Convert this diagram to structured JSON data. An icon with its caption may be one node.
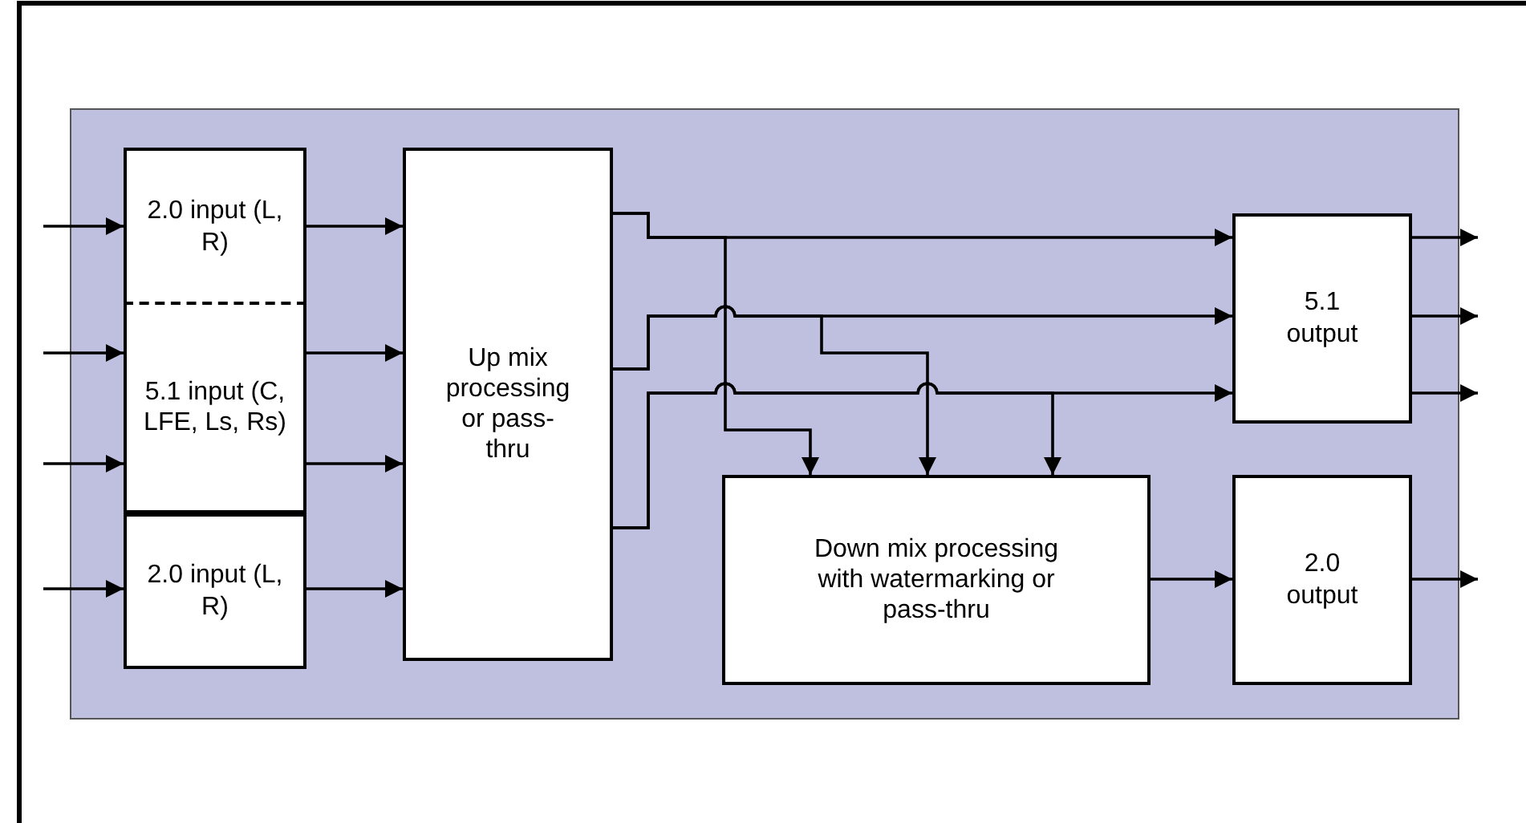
{
  "diagram": {
    "nodes": [
      {
        "text": [
          "2.0 input (L, R)"
        ]
      },
      {
        "text": [
          "5.1 input (C, LFE, Ls, Rs)"
        ]
      },
      {
        "text": [
          "2.0 input (L, R)"
        ]
      },
      {
        "text": [
          "Up mix processing or pass-thru"
        ]
      },
      {
        "text": [
          "5.1 output"
        ]
      },
      {
        "text": [
          "Down mix processing with watermarking or pass-thru"
        ]
      },
      {
        "text": [
          "2.0 output"
        ]
      }
    ],
    "edges": [
      {
        "from": null,
        "to": 0,
        "arrow": "to"
      },
      {
        "from": null,
        "to": 1,
        "arrow": "to"
      },
      {
        "from": null,
        "to": 1,
        "arrow": "to"
      },
      {
        "from": null,
        "to": 2,
        "arrow": "to"
      },
      {
        "from": 0,
        "to": 3,
        "arrow": "to"
      },
      {
        "from": 1,
        "to": 3,
        "arrow": "to"
      },
      {
        "from": 1,
        "to": 3,
        "arrow": "to"
      },
      {
        "from": 2,
        "to": 3,
        "arrow": "to"
      },
      {
        "from": 3,
        "to": 4,
        "arrow": "to"
      },
      {
        "from": 3,
        "to": 4,
        "arrow": "to"
      },
      {
        "from": 3,
        "to": 4,
        "arrow": "to"
      },
      {
        "from": 3,
        "to": 5,
        "arrow": "to"
      },
      {
        "from": 3,
        "to": 5,
        "arrow": "to"
      },
      {
        "from": 3,
        "to": 5,
        "arrow": "to"
      },
      {
        "from": 5,
        "to": 6,
        "arrow": "to"
      },
      {
        "from": 4,
        "to": null,
        "arrow": "to"
      },
      {
        "from": 4,
        "to": null,
        "arrow": "to"
      },
      {
        "from": 4,
        "to": null,
        "arrow": "to"
      },
      {
        "from": 6,
        "to": null,
        "arrow": "to"
      }
    ]
  }
}
